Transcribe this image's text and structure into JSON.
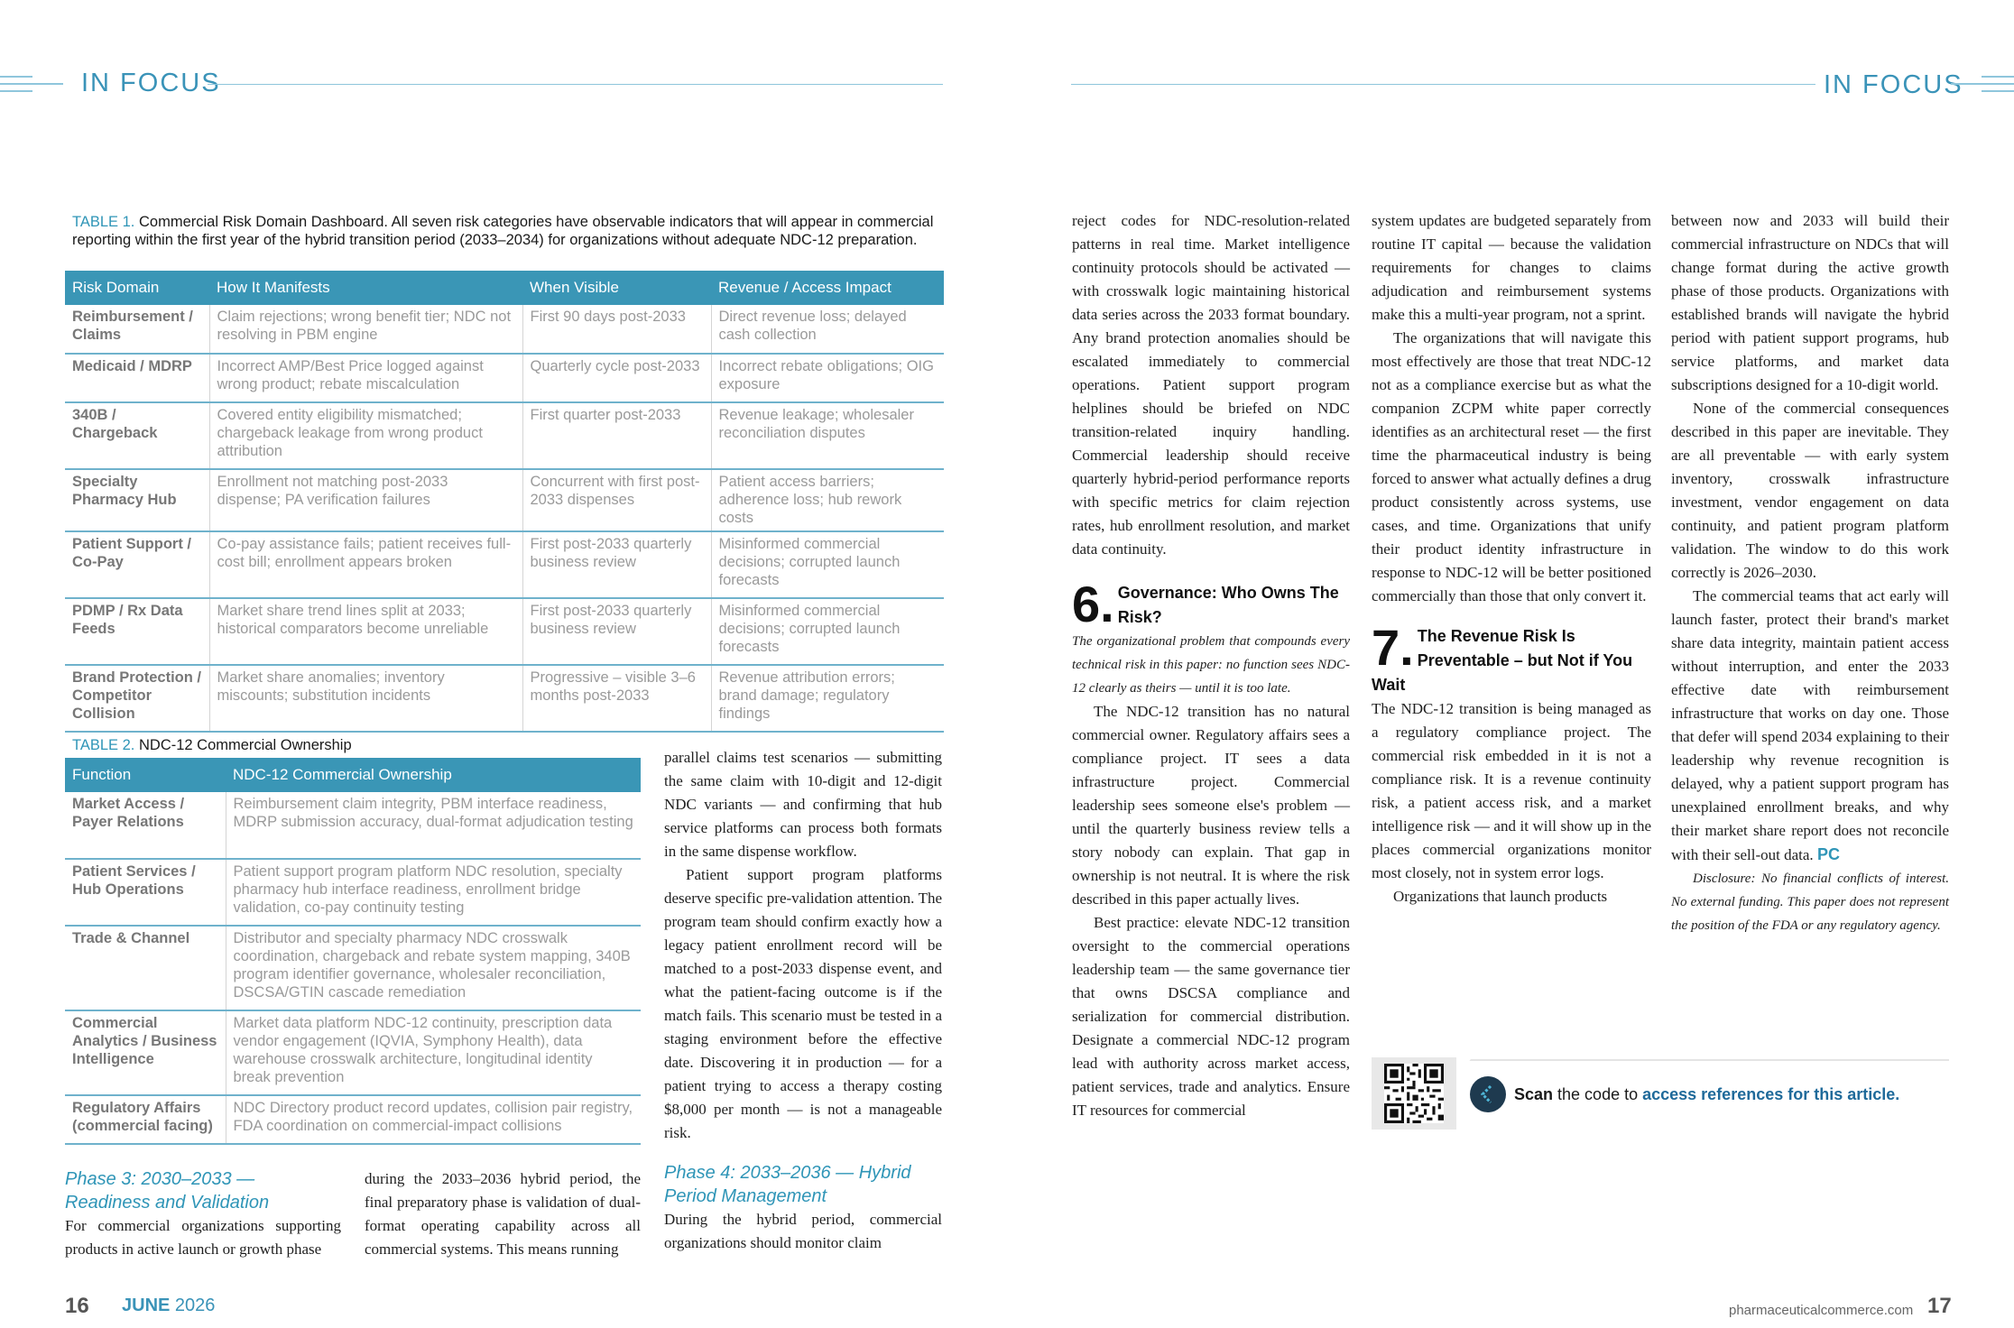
{
  "header": {
    "left_title": "IN FOCUS",
    "right_title": "IN FOCUS"
  },
  "table1": {
    "label": "TABLE 1.",
    "caption": "Commercial Risk Domain Dashboard. All seven risk categories have observable indicators that will appear in commercial reporting within the first year of the hybrid transition period (2033–2034) for organizations without adequate NDC-12 preparation.",
    "headers": [
      "Risk Domain",
      "How It Manifests",
      "When Visible",
      "Revenue / Access Impact"
    ],
    "rows": [
      [
        "Reimbursement / Claims",
        "Claim rejections; wrong benefit tier; NDC not resolving in PBM engine",
        "First 90 days post-2033",
        "Direct revenue loss; delayed cash collection"
      ],
      [
        "Medicaid / MDRP",
        "Incorrect AMP/Best Price logged against wrong product; rebate miscalculation",
        "Quarterly cycle post-2033",
        "Incorrect rebate obligations; OIG exposure"
      ],
      [
        "340B / Chargeback",
        "Covered entity eligibility mismatched; chargeback leakage from wrong product attribution",
        "First quarter post-2033",
        "Revenue leakage; wholesaler reconciliation disputes"
      ],
      [
        "Specialty Pharmacy Hub",
        "Enrollment not matching post-2033 dispense; PA verification failures",
        "Concurrent with first post-2033 dispenses",
        "Patient access barriers; adherence loss; hub rework costs"
      ],
      [
        "Patient Support / Co-Pay",
        "Co-pay assistance fails; patient receives full-cost bill; enrollment appears broken",
        "First post-2033 quarterly business review",
        "Misinformed commercial decisions; corrupted launch forecasts"
      ],
      [
        "PDMP / Rx Data Feeds",
        "Market share trend lines split at 2033; historical comparators become unreliable",
        "First post-2033 quarterly business review",
        "Misinformed commercial decisions; corrupted launch forecasts"
      ],
      [
        "Brand Protection / Competitor Collision",
        "Market share anomalies; inventory miscounts; substitution incidents",
        "Progressive – visible 3–6 months post-2033",
        "Revenue attribution errors; brand damage; regulatory findings"
      ]
    ]
  },
  "table2": {
    "label": "TABLE 2.",
    "caption": "NDC-12 Commercial Ownership",
    "headers": [
      "Function",
      "NDC-12 Commercial Ownership"
    ],
    "rows": [
      [
        "Market Access / Payer Relations",
        "Reimbursement claim integrity, PBM interface readiness, MDRP submission accuracy, dual-format adjudication testing"
      ],
      [
        "Patient Services / Hub Operations",
        "Patient support program platform NDC resolution, specialty pharmacy hub interface readiness, enrollment bridge validation, co-pay continuity testing"
      ],
      [
        "Trade & Channel",
        "Distributor and specialty pharmacy NDC crosswalk coordination, chargeback and rebate system mapping, 340B program identifier governance, wholesaler reconciliation, DSCSA/GTIN cascade remediation"
      ],
      [
        "Commercial Analytics / Business Intelligence",
        "Market data platform NDC-12 continuity, prescription data vendor engagement (IQVIA, Symphony Health), data warehouse crosswalk architecture, longitudinal identity break prevention"
      ],
      [
        "Regulatory Affairs (commercial facing)",
        "NDC Directory product record updates, collision pair registry, FDA coordination on commercial-impact collisions"
      ]
    ]
  },
  "left_page": {
    "phase3_title_1": "Phase 3: 2030–2033 —",
    "phase3_title_2": "Readiness and Validation",
    "phase3_p1": "For commercial organizations supporting products in active launch or growth phase",
    "col2_p1": "during the 2033–2036 hybrid period, the final preparatory phase is validation of dual-format operating capability across all commercial systems. This means running",
    "col3_p1": "parallel claims test scenarios — submitting the same claim with 10-digit and 12-digit NDC variants — and confirming that hub service platforms can process both formats in the same dispense workflow.",
    "col3_p2": "Patient support program platforms deserve specific pre-validation attention. The program team should confirm exactly how a legacy patient enrollment record will be matched to a post-2033 dispense event, and what the patient-facing outcome is if the match fails. This scenario must be tested in a staging environment before the effective date. Discovering it in production — for a patient trying to access a therapy costing $8,000 per month — is not a manageable risk.",
    "phase4_title_1": "Phase 4: 2033–2036 — Hybrid",
    "phase4_title_2": "Period Management",
    "phase4_p1": "During the hybrid period, commercial organizations should monitor claim"
  },
  "right_page": {
    "colA_p1": "reject codes for NDC-resolution-related patterns in real time. Market intelligence continuity protocols should be activated — with crosswalk logic maintaining historical data series across the 2033 format boundary. Any brand protection anomalies should be escalated immediately to commercial operations. Patient support program helplines should be briefed on NDC transition-related inquiry handling. Commercial leadership should receive quarterly hybrid-period performance reports with specific metrics for claim rejection rates, hub enrollment resolution, and market data continuity.",
    "sec6_num": "6.",
    "sec6_title": "Governance: Who Owns The Risk?",
    "sec6_deck": "The organizational problem that compounds every technical risk in this paper: no function sees NDC-12 clearly as theirs — until it is too late.",
    "sec6_p1": "The NDC-12 transition has no natural commercial owner. Regulatory affairs sees a compliance project. IT sees a data infrastructure project. Commercial leadership sees someone else's problem — until the quarterly business review tells a story nobody can explain. That gap in ownership is not neutral. It is where the risk described in this paper actually lives.",
    "sec6_p2": "Best practice: elevate NDC-12 transition oversight to the commercial operations leadership team — the same governance tier that owns DSCSA compliance and serialization for commercial distribution. Designate a commercial NDC-12 program lead with authority across market access, patient services, trade and analytics. Ensure IT resources for commercial",
    "colB_p1": "system updates are budgeted separately from routine IT capital — because the validation requirements for changes to claims adjudication and reimbursement systems make this a multi-year program, not a sprint.",
    "colB_p2": "The organizations that will navigate this most effectively are those that treat NDC-12 not as a compliance exercise but as what the companion ZCPM white paper correctly identifies as an architectural reset — the first time the pharmaceutical industry is being forced to answer what actually defines a drug product consistently across systems, use cases, and time. Organizations that unify their product identity infrastructure in response to NDC-12 will be better positioned commercially than those that only convert it.",
    "sec7_num": "7.",
    "sec7_title": "The Revenue Risk Is Preventable – but Not if You Wait",
    "sec7_p1": "The NDC-12 transition is being managed as a regulatory compliance project. The commercial risk embedded in it is not a compliance risk. It is a revenue continuity risk, a patient access risk, and a market intelligence risk — and it will show up in the places commercial organizations monitor most closely, not in system error logs.",
    "sec7_p2": "Organizations that launch products",
    "colC_p1": "between now and 2033 will build their commercial infrastructure on NDCs that will change format during the active growth phase of those products. Organizations with established brands will navigate the hybrid period with patient support programs, hub service platforms, and market data subscriptions designed for a 10-digit world.",
    "colC_p2": "None of the commercial consequences described in this paper are inevitable. They are all preventable — with early system inventory, crosswalk infrastructure investment, vendor engagement on data continuity, and patient program platform validation. The window to do this work correctly is 2026–2030.",
    "colC_p3": "The commercial teams that act early will launch faster, protect their brand's market share data integrity, maintain patient access without interruption, and enter the 2033 effective date with reimbursement infrastructure that works on day one. Those that defer will spend 2034 explaining to their leadership why revenue recognition is delayed, why a patient support program has unexplained enrollment breaks, and why their market share report does not reconcile with their sell-out data.",
    "signoff": "PC",
    "disclosure": "Disclosure: No financial conflicts of interest. No external funding. This paper does not represent the position of the FDA or any regulatory agency.",
    "qr_bold": "Scan",
    "qr_mid": " the code to ",
    "qr_link": "access references for this article."
  },
  "footer": {
    "left_page_num": "16",
    "month": "JUNE",
    "year": "2026",
    "url": "pharmaceuticalcommerce.com",
    "right_page_num": "17"
  }
}
